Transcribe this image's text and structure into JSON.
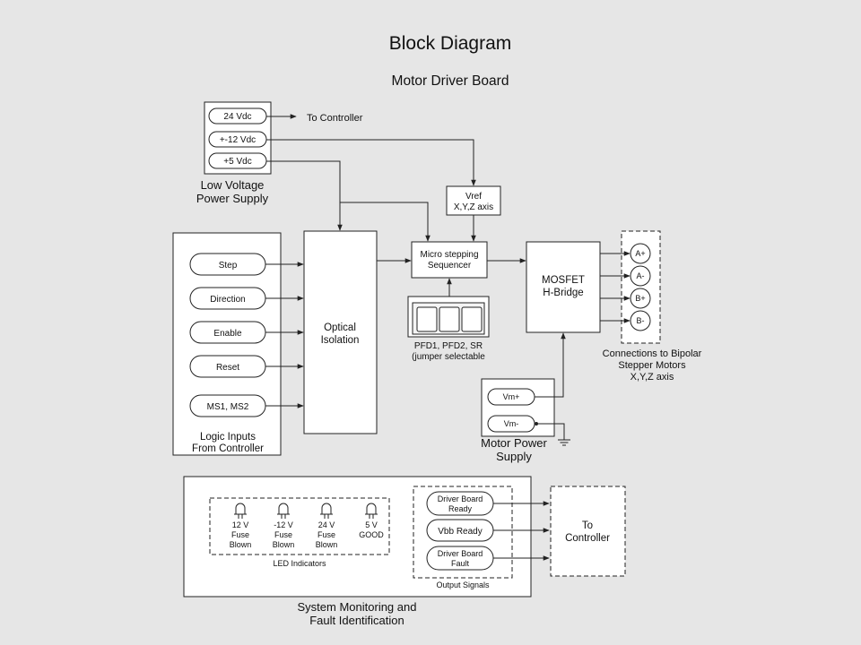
{
  "title": "Block Diagram",
  "subtitle": "Motor Driver Board",
  "low_voltage_supply": {
    "outputs": [
      "24 Vdc",
      "+-12 Vdc",
      "+5 Vdc"
    ],
    "to_controller": "To Controller",
    "caption": [
      "Low Voltage",
      "Power Supply"
    ]
  },
  "vref": {
    "label": [
      "Vref",
      "X,Y,Z axis"
    ]
  },
  "logic_inputs": {
    "items": [
      "Step",
      "Direction",
      "Enable",
      "Reset",
      "MS1, MS2"
    ],
    "caption": [
      "Logic Inputs",
      "From Controller"
    ]
  },
  "optical_isolation": {
    "label": [
      "Optical",
      "Isolation"
    ]
  },
  "sequencer": {
    "label": [
      "Micro stepping",
      "Sequencer"
    ]
  },
  "jumper": {
    "caption": [
      "PFD1, PFD2, SR",
      "(jumper selectable"
    ]
  },
  "hbridge": {
    "label": [
      "MOSFET",
      "H-Bridge"
    ]
  },
  "motor_connections": {
    "pins": [
      "A+",
      "A-",
      "B+",
      "B-"
    ],
    "caption": [
      "Connections to Bipolar",
      "Stepper Motors",
      "X,Y,Z axis"
    ]
  },
  "motor_supply": {
    "outputs": [
      "Vm+",
      "Vm-"
    ],
    "caption": [
      "Motor Power",
      "Supply"
    ]
  },
  "monitoring": {
    "leds": [
      {
        "lines": [
          "12 V",
          "Fuse",
          "Blown"
        ]
      },
      {
        "lines": [
          "-12 V",
          "Fuse",
          "Blown"
        ]
      },
      {
        "lines": [
          "24 V",
          "Fuse",
          "Blown"
        ]
      },
      {
        "lines": [
          "5 V",
          "GOOD"
        ]
      }
    ],
    "led_group_label": "LED Indicators",
    "signals": [
      {
        "lines": [
          "Driver Board",
          "Ready"
        ]
      },
      {
        "lines": [
          "Vbb Ready"
        ]
      },
      {
        "lines": [
          "Driver Board",
          "Fault"
        ]
      }
    ],
    "signal_group_label": "Output Signals",
    "to_controller": [
      "To",
      "Controller"
    ],
    "caption": [
      "System Monitoring and",
      "Fault Identification"
    ]
  }
}
